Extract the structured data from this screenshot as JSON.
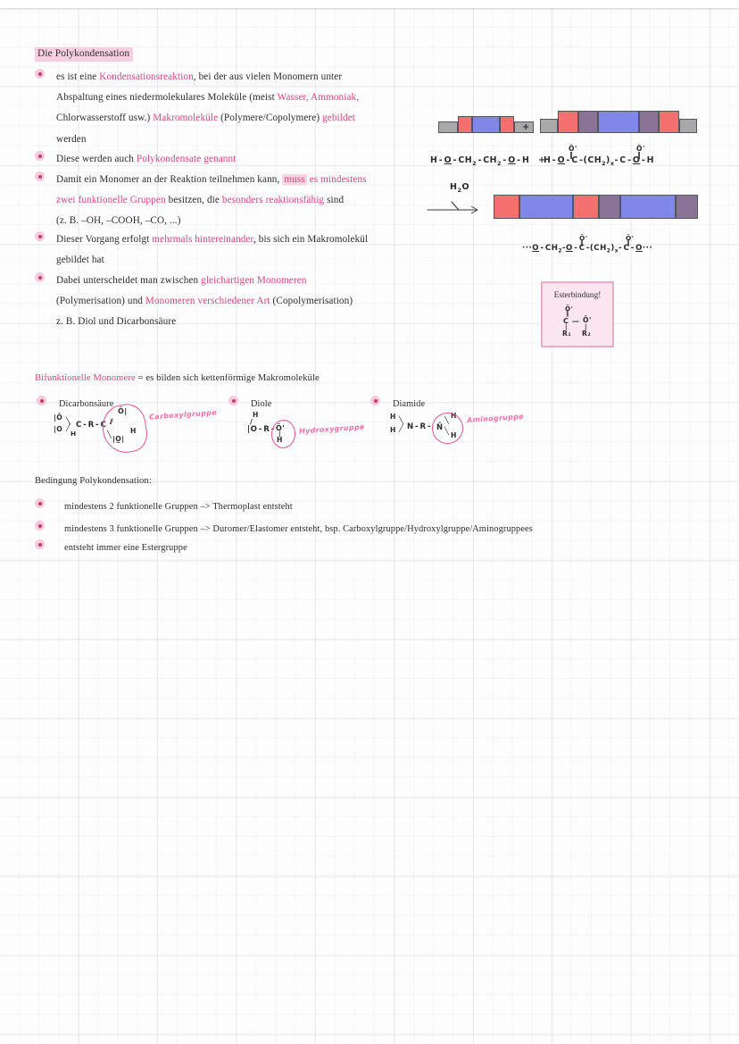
{
  "document": {
    "title": "Die Polykondensation",
    "paper": "graph-paper"
  },
  "section_main": {
    "heading": "Die Polykondensation",
    "bullets": [
      {
        "lines": [
          [
            {
              "t": "es ist eine ",
              "s": "plain"
            },
            {
              "t": "Kondensationsreaktion",
              "s": "pink"
            },
            {
              "t": ", bei der aus vielen Monomern unter",
              "s": "plain"
            }
          ],
          [
            {
              "t": "Abspaltung eines niedermolekulares Moleküle (meist ",
              "s": "plain"
            },
            {
              "t": "Wasser, Ammoniak,",
              "s": "pink"
            }
          ],
          [
            {
              "t": "Chlorwasserstoff usw.) ",
              "s": "plain"
            },
            {
              "t": "Makromoleküle",
              "s": "pink"
            },
            {
              "t": " (Polymere/Copolymere) ",
              "s": "plain"
            },
            {
              "t": "gebildet",
              "s": "pink"
            }
          ],
          [
            {
              "t": "werden",
              "s": "plain"
            }
          ]
        ]
      },
      {
        "lines": [
          [
            {
              "t": "Diese werden auch ",
              "s": "plain"
            },
            {
              "t": "Polykondensate genannt",
              "s": "pink"
            }
          ]
        ]
      },
      {
        "lines": [
          [
            {
              "t": "Damit ein Monomer an der Reaktion teilnehmen kann, ",
              "s": "plain"
            },
            {
              "t": "muss",
              "s": "pinkhl"
            },
            {
              "t": " ",
              "s": "plain"
            },
            {
              "t": "es mindestens",
              "s": "pink"
            }
          ],
          [
            {
              "t": "zwei funktionelle Gruppen",
              "s": "pink"
            },
            {
              "t": " besitzen, die ",
              "s": "plain"
            },
            {
              "t": "besonders reaktionsfähig",
              "s": "pink"
            },
            {
              "t": " sind",
              "s": "plain"
            }
          ],
          [
            {
              "t": "(z. B. –OH, –COOH, –CO, ...)",
              "s": "plain"
            }
          ]
        ]
      },
      {
        "lines": [
          [
            {
              "t": "Dieser Vorgang erfolgt ",
              "s": "plain"
            },
            {
              "t": "mehrmals hintereinander",
              "s": "pink"
            },
            {
              "t": ", bis sich ein Makromolekül",
              "s": "plain"
            }
          ],
          [
            {
              "t": "gebildet hat",
              "s": "plain"
            }
          ]
        ]
      },
      {
        "lines": [
          [
            {
              "t": "Dabei unterscheidet man zwischen ",
              "s": "plain"
            },
            {
              "t": "gleichartigen Monomeren",
              "s": "pink"
            }
          ],
          [
            {
              "t": "(Polymerisation) und ",
              "s": "plain"
            },
            {
              "t": "Monomeren verschiedener Art",
              "s": "pink"
            },
            {
              "t": " (Copolymerisation)",
              "s": "plain"
            }
          ],
          [
            {
              "t": "z. B. Diol und Dicarbonsäure",
              "s": "plain"
            }
          ]
        ]
      }
    ]
  },
  "reaction_diagram": {
    "row1": {
      "monomer_left_formula": "H - O̲ - CH₂ - CH₂ - O̲ - H",
      "plus_sign": "+",
      "monomer_right_formula": "H - O̲ - C - (CH₂)ₓ - C - O̲ - H",
      "monomer_right_carbonyls": "Ö'",
      "left_blocks": [
        "gray",
        "red",
        "blue",
        "red",
        "gray"
      ],
      "right_blocks": [
        "gray",
        "red",
        "purple",
        "blue",
        "purple",
        "red",
        "gray"
      ]
    },
    "arrow": {
      "label_h2o": "H₂O"
    },
    "row2": {
      "polymer_blocks": [
        "red",
        "blue",
        "red",
        "purple",
        "blue",
        "purple"
      ],
      "polymer_formula": "···O̲ - CH₂ - O̲ - C - (CH₂)ₓ - C - O̲ ···",
      "polymer_carbonyls": "Ö'"
    }
  },
  "ester_box": {
    "title": "Esterbindung!",
    "atoms": {
      "o_top": "Ö'",
      "c": "C",
      "o_right": "Ō'",
      "r1": "R₁",
      "r2": "R₂"
    }
  },
  "section_bifunktionell": {
    "heading_pink": "Bifunktionelle Monomere",
    "heading_rest": " = es bilden sich kettenförmige Makromoleküle",
    "items": [
      {
        "label": "Dicarbonsäure",
        "group_label": "Carboxylgruppe",
        "formula_parts": [
          "Ö",
          "O",
          "H",
          "C",
          "R",
          "C",
          "Ö",
          "H",
          "O"
        ]
      },
      {
        "label": "Diole",
        "group_label": "Hydroxygruppe",
        "formula_parts": [
          "H",
          "O",
          "R",
          "O",
          "H"
        ]
      },
      {
        "label": "Diamide",
        "group_label": "Aminogruppe",
        "formula_parts": [
          "H",
          "H",
          "N",
          "R",
          "N",
          "H",
          "H"
        ]
      }
    ]
  },
  "section_bedingung": {
    "heading": "Bedingung Polykondensation:",
    "bullets": [
      "mindestens 2 funktionelle Gruppen –> Thermoplast entsteht",
      "mindestens 3 funktionelle Gruppen –> Duromer/Elastomer entsteht, bsp. Carboxylgruppe/Hydroxylgruppe/Aminogruppees",
      "entsteht immer eine Estergruppe"
    ]
  },
  "colors": {
    "highlight_pink": "#f8cfe0",
    "text_pink": "#e0437f",
    "block_red": "#f4706e",
    "block_blue": "#8187e8",
    "block_purple": "#8a7396",
    "block_gray": "#a8a8a8",
    "ester_border": "#f0a9cb",
    "ester_fill": "#fbe6ef"
  }
}
